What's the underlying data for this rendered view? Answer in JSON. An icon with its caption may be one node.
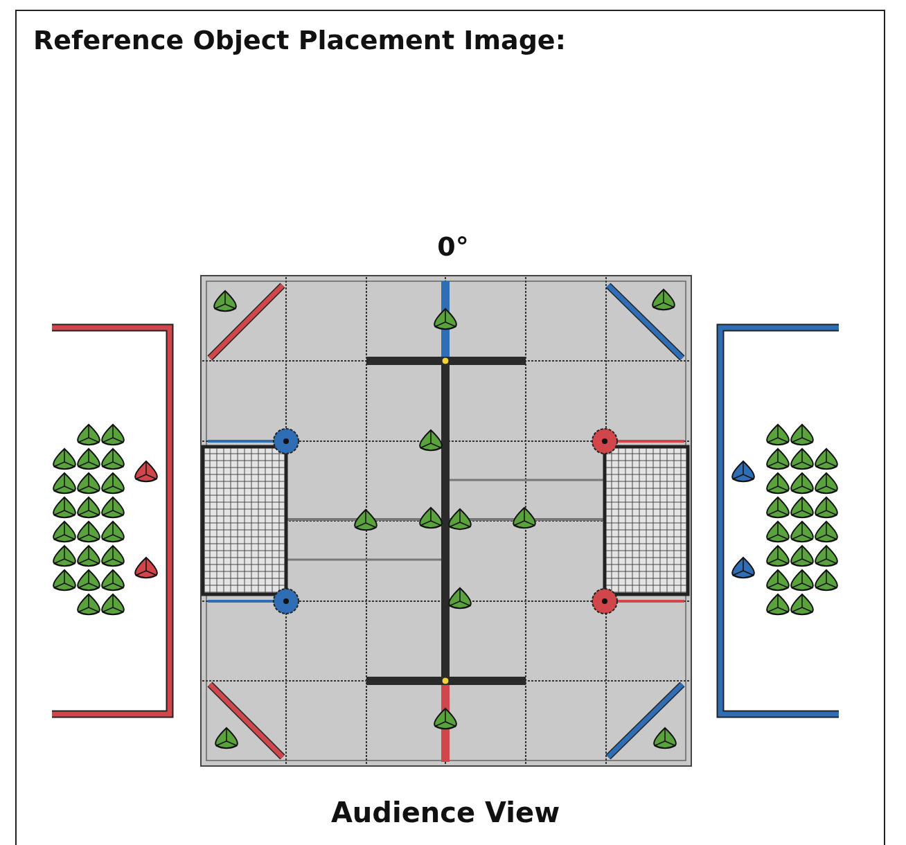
{
  "diagram": {
    "title": "Reference Object Placement Image:",
    "labels": [
      "0°",
      "Audience View"
    ]
  }
}
